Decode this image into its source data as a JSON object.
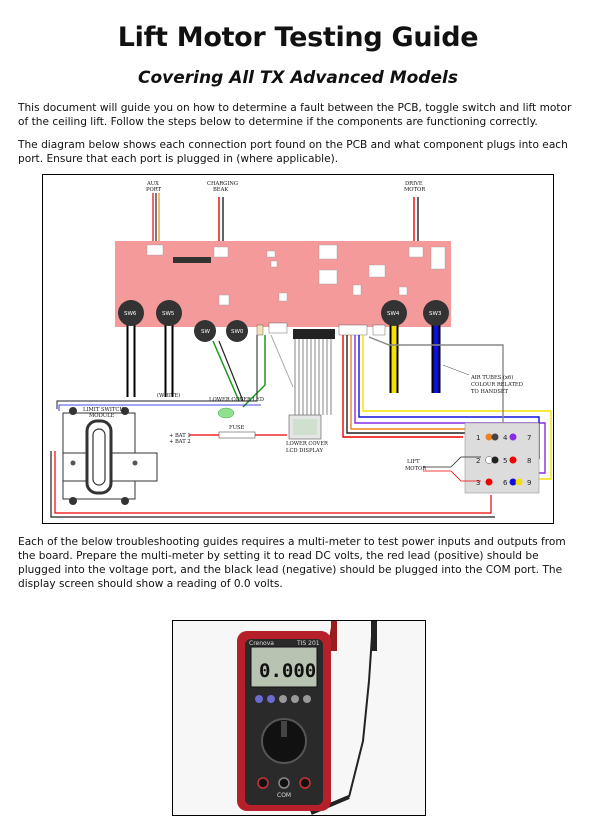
{
  "document": {
    "title": "Lift Motor Testing Guide",
    "subtitle": "Covering All TX Advanced Models",
    "paragraphs": [
      "This document will guide you on how to determine a fault between the PCB, toggle switch and lift motor of the ceiling lift. Follow the steps below to determine if the components are functioning correctly.",
      "The diagram below shows each connection port found on the PCB and what component plugs into each port. Ensure that each port is plugged in (where applicable).",
      "Each of the below troubleshooting guides requires a multi-meter to test power inputs and outputs from the board. Prepare the multi-meter by setting it to read DC volts, the red lead (positive) should be plugged into the voltage port, and the black lead (negative) should be plugged into the COM port. The display screen should show a reading of 0.0 volts."
    ]
  },
  "diagram": {
    "labels": {
      "aux_port": [
        "AUX",
        "PORT"
      ],
      "charging_beak": [
        "CHARGING",
        "BEAK"
      ],
      "drive_motor": [
        "DRIVE",
        "MOTOR"
      ],
      "white": "(WHITE)",
      "lower_cover_led": "LOWER COVER LED",
      "fuse": "FUSE",
      "bat1": "+ BAT 1",
      "bat2": "+ BAT 2",
      "lower_cover_lcd": [
        "LOWER COVER",
        "LCD DISPLAY"
      ],
      "limit_switch": [
        "LIMIT SWITCH",
        "MODULE"
      ],
      "lift_motor": [
        "LIFT",
        "MOTOR"
      ],
      "air_tubes": [
        "AIR TUBES (x6)",
        "COLOUR RELATED",
        "TO HANDSET"
      ]
    },
    "switches": [
      "SW6",
      "SW5",
      "SW",
      "SW0",
      "SW4",
      "SW3"
    ],
    "pins": [
      "1",
      "4",
      "7",
      "2",
      "5",
      "8",
      "3",
      "6",
      "9"
    ],
    "colors": {
      "pcb": "#f59a9a",
      "red_wire": "#e00000",
      "yellow_wire": "#f2e000",
      "blue_wire": "#1010dd",
      "purple_wire": "#8a2be2",
      "orange_wire": "#f08020",
      "green_wire": "#1a9a1a"
    }
  },
  "multimeter": {
    "brand": "Crenova",
    "model": "TIS 201",
    "reading": "0.000",
    "com_label": "COM"
  }
}
